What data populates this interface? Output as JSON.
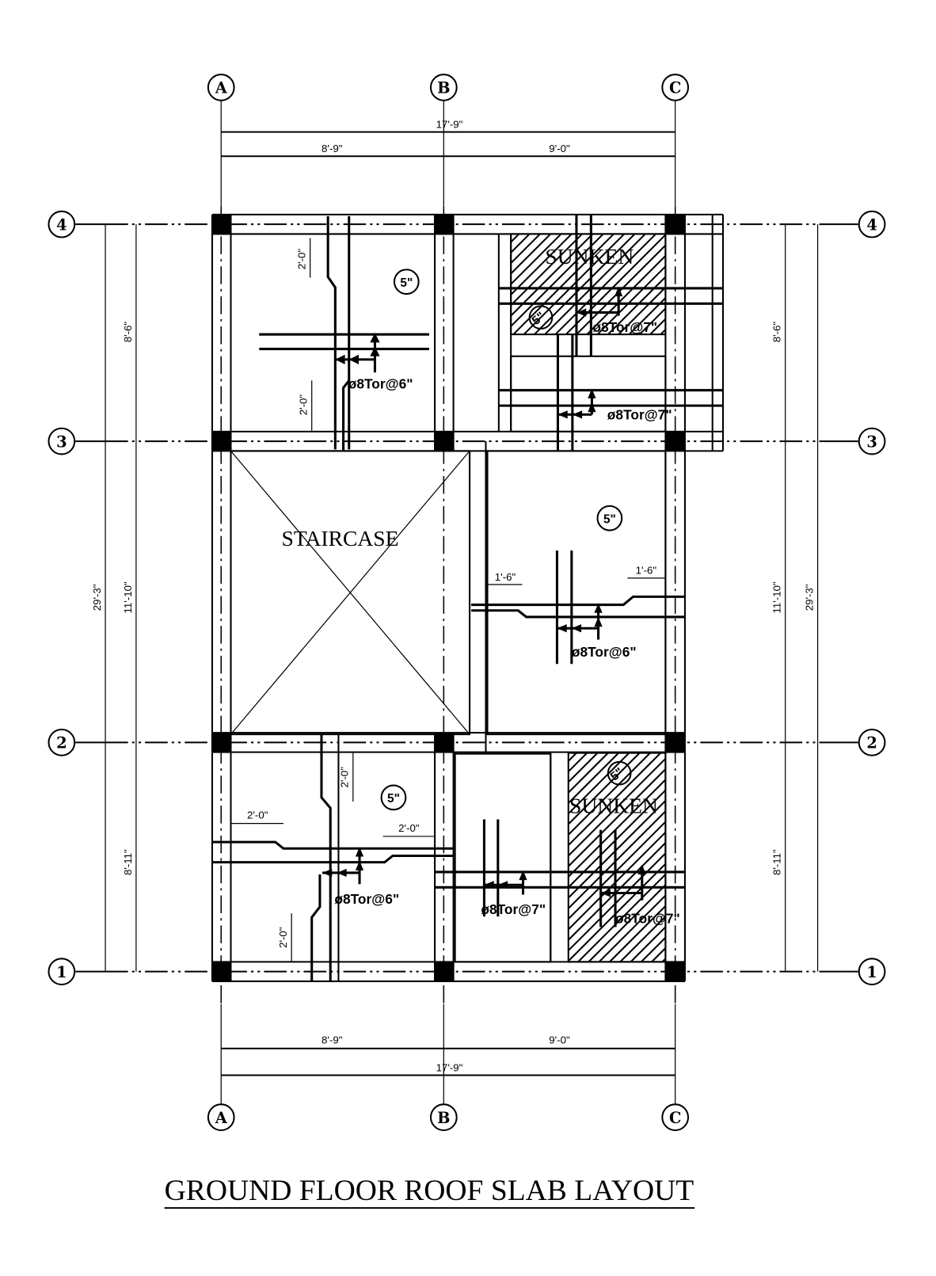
{
  "title": "GROUND FLOOR ROOF SLAB LAYOUT",
  "grid": {
    "columns": [
      "A",
      "B",
      "C"
    ],
    "rows": [
      "4",
      "3",
      "2",
      "1"
    ]
  },
  "dimensions": {
    "horizontal_total": "17'-9\"",
    "span_ab": "8'-9\"",
    "span_bc": "9'-0\"",
    "vertical_total": "29'-3\"",
    "span_43": "8'-6\"",
    "span_32": "11'-10\"",
    "span_21": "8'-11\""
  },
  "rooms": {
    "staircase": "STAIRCASE",
    "sunken_top": "SUNKEN",
    "sunken_bottom": "SUNKEN"
  },
  "slab_thickness": [
    "5\"",
    "5\"",
    "5\"",
    "5\"",
    "5\""
  ],
  "rebar_labels": {
    "top_left": "ø8Tor@6\"",
    "top_right_sunken": "ø8Tor@7\"",
    "top_right_lower": "ø8Tor@7\"",
    "middle_right": "ø8Tor@6\"",
    "bottom_left": "ø8Tor@6\"",
    "bottom_middle": "ø8Tor@7\"",
    "bottom_right_sunken": "ø8Tor@7\""
  },
  "extension_dims": {
    "tl_top": "2'-0\"",
    "tl_bottom": "2'-0\"",
    "mr_left": "1'-6\"",
    "mr_right": "1'-6\"",
    "bl_top_v": "2'-0\"",
    "bl_left_h": "2'-0\"",
    "bl_right_h": "2'-0\"",
    "bl_bottom_v": "2'-0\""
  }
}
